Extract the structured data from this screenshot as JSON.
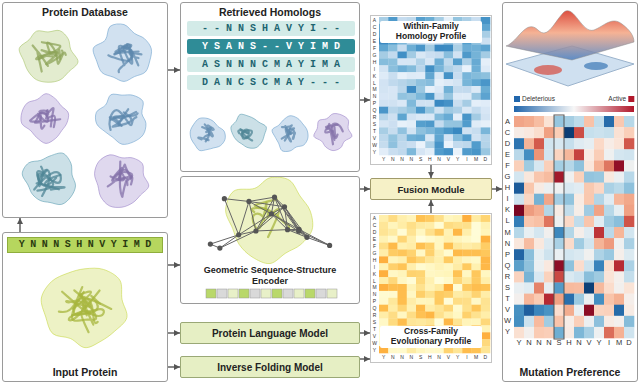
{
  "diagram": {
    "nodes": [
      {
        "text": [
          "Protein Database"
        ]
      },
      {
        "text": [
          "Retrieved Homologs"
        ]
      },
      {
        "text": [
          "--NNSHAVYI--"
        ],
        "in": 1
      },
      {
        "text": [
          "YSANS--VYIMD"
        ],
        "in": 1
      },
      {
        "text": [
          "ASNNNCMAYIMA"
        ],
        "in": 1
      },
      {
        "text": [
          "DANCSCMAY---"
        ],
        "in": 1
      },
      {
        "text": [
          "Within-Family Homology Profile"
        ]
      },
      {
        "text": [
          "Mutation Preference"
        ]
      },
      {
        "text": [
          "Geometric Sequence-Structure Encoder"
        ]
      },
      {
        "text": [
          "Fusion Module"
        ]
      },
      {
        "text": [
          "Input Protein"
        ]
      },
      {
        "text": [
          "YNNNSHNVYIMD"
        ],
        "in": 10
      },
      {
        "text": [
          "Protein Language Model"
        ]
      },
      {
        "text": [
          "Inverse Folding Model"
        ]
      },
      {
        "text": [
          "Cross-Family Evolutionary Profile"
        ]
      }
    ],
    "edges": [
      {
        "from": 10,
        "to": 0,
        "arrow": "to"
      },
      {
        "from": 0,
        "to": 1,
        "arrow": "to"
      },
      {
        "from": 1,
        "to": 6,
        "arrow": "to"
      },
      {
        "from": 10,
        "to": 8,
        "arrow": "to"
      },
      {
        "from": 10,
        "to": 12,
        "arrow": "to"
      },
      {
        "from": 10,
        "to": 13,
        "arrow": "to"
      },
      {
        "from": 8,
        "to": 9,
        "arrow": "to"
      },
      {
        "from": 6,
        "to": 9,
        "arrow": "to"
      },
      {
        "from": 14,
        "to": 9,
        "arrow": "to"
      },
      {
        "from": 12,
        "to": 14,
        "arrow": "to"
      },
      {
        "from": 13,
        "to": 14,
        "arrow": "to"
      },
      {
        "from": 9,
        "to": 7,
        "arrow": "to"
      }
    ],
    "labels": [
      "A",
      "C",
      "D",
      "E",
      "F",
      "G",
      "H",
      "I",
      "K",
      "L",
      "M",
      "N",
      "P",
      "Q",
      "R",
      "S",
      "T",
      "V",
      "W",
      "Y",
      "Y",
      "N",
      "N",
      "N",
      "S",
      "H",
      "N",
      "V",
      "Y",
      "I",
      "M",
      "D",
      "A",
      "C",
      "D",
      "E",
      "F",
      "G",
      "H",
      "I",
      "K",
      "L",
      "M",
      "N",
      "P",
      "Q",
      "R",
      "S",
      "T",
      "V",
      "W",
      "Y",
      "Y",
      "N",
      "N",
      "N",
      "S",
      "H",
      "N",
      "V",
      "Y",
      "I",
      "M",
      "D",
      "A",
      "C",
      "D",
      "E",
      "F",
      "G",
      "H",
      "I",
      "K",
      "L",
      "M",
      "N",
      "P",
      "Q",
      "R",
      "S",
      "T",
      "V",
      "W",
      "Y",
      "Y",
      "N",
      "N",
      "N",
      "S",
      "H",
      "N",
      "V",
      "Y",
      "I",
      "M",
      "D"
    ],
    "legend": [
      {
        "text": "Deleterious",
        "color": "#2166ac"
      },
      {
        "text": "Active",
        "color": "#b2182b"
      }
    ]
  }
}
